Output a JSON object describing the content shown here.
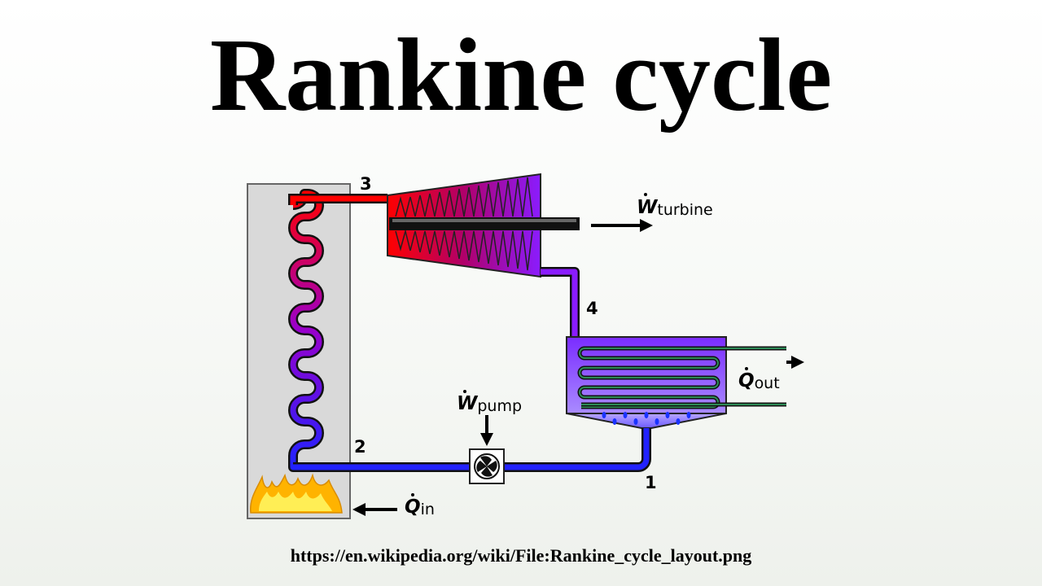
{
  "title": "Rankine cycle",
  "source_url": "https://en.wikipedia.org/wiki/File:Rankine_cycle_layout.png",
  "points": {
    "p1": "1",
    "p2": "2",
    "p3": "3",
    "p4": "4"
  },
  "labels": {
    "w_turbine": {
      "symbol": "W",
      "subscript": "turbine"
    },
    "w_pump": {
      "symbol": "W",
      "subscript": "pump"
    },
    "q_in": {
      "symbol": "Q",
      "subscript": "in"
    },
    "q_out": {
      "symbol": "Q",
      "subscript": "out"
    }
  },
  "colors": {
    "hot": "#ff0000",
    "mid": "#9900cc",
    "cold": "#2222ff",
    "boiler_fill": "#d9d9d9",
    "condenser_fill": "#7a3cff",
    "cooling_pipe": "#2e8b57",
    "flame_outer": "#ffb300",
    "flame_inner": "#ffee55"
  }
}
